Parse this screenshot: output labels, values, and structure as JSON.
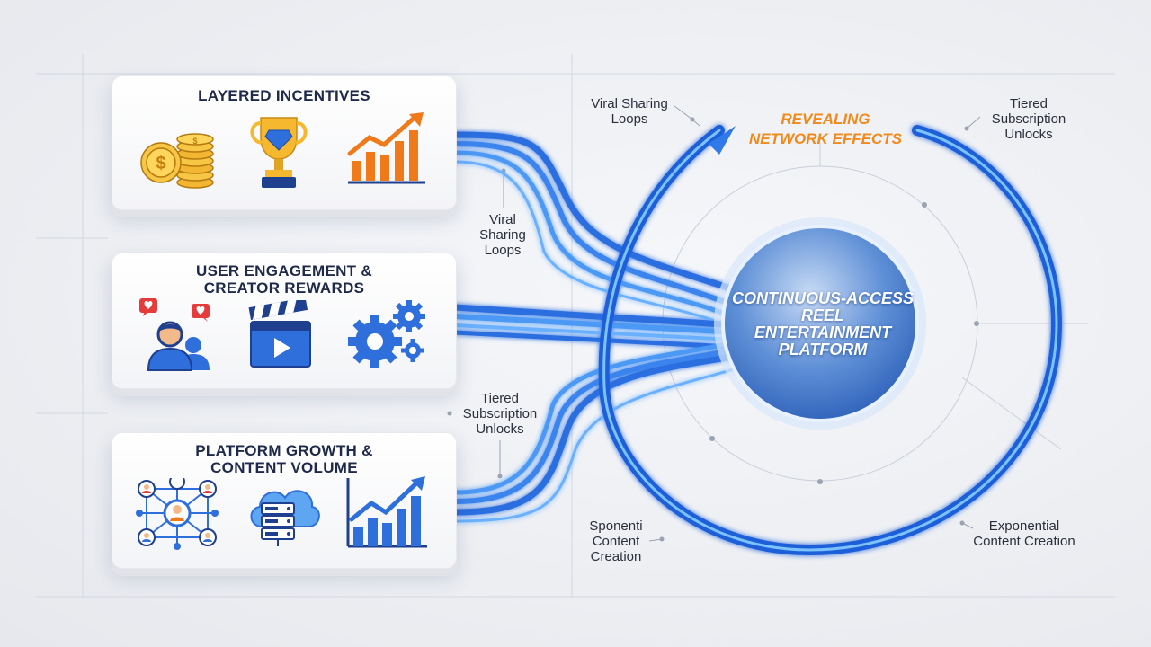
{
  "cards": [
    {
      "title_lines": [
        "LAYERED INCENTIVES"
      ],
      "icons": [
        "coin-stack-icon",
        "trophy-icon",
        "growth-chart-icon"
      ]
    },
    {
      "title_lines": [
        "USER ENGAGEMENT &",
        "CREATOR REWARDS"
      ],
      "icons": [
        "user-likes-icon",
        "clapperboard-icon",
        "gears-icon"
      ]
    },
    {
      "title_lines": [
        "PLATFORM GROWTH &",
        "CONTENT VOLUME"
      ],
      "icons": [
        "network-users-icon",
        "cloud-server-icon",
        "bar-growth-chart-icon"
      ]
    }
  ],
  "hub": {
    "lines": [
      "CONTINUOUS-ACCESS",
      "REEL",
      "ENTERTAINMENT",
      "PLATFORM"
    ]
  },
  "loop_label": {
    "lines": [
      "REVEALING",
      "NETWORK EFFECTS"
    ]
  },
  "labels": {
    "viral_top": [
      "Viral Sharing",
      "Loops"
    ],
    "tiered_top": [
      "Tiered",
      "Subscription",
      "Unlocks"
    ],
    "viral_mid": [
      "Viral",
      "Sharing",
      "Loops"
    ],
    "tiered_mid": [
      "Tiered",
      "Subscription",
      "Unlocks"
    ],
    "sponenti": [
      "Sponenti",
      "Content",
      "Creation"
    ],
    "exponential": [
      "Exponential",
      "Content Creation"
    ]
  },
  "colors": {
    "accent_blue": "#1e5fd8",
    "glow_blue": "#5fb0ff",
    "orange": "#f08a1c",
    "navy": "#1f2a4a"
  }
}
